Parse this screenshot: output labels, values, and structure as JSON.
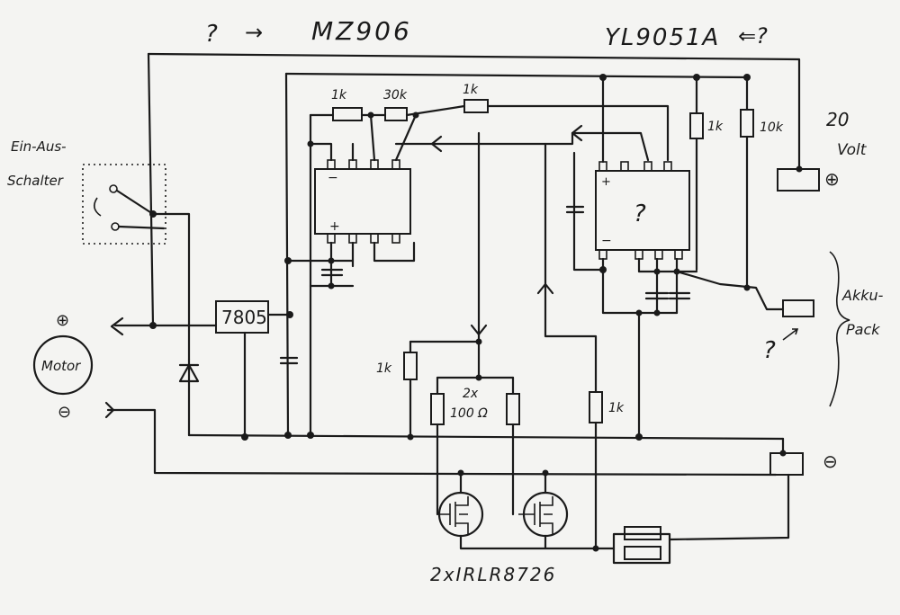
{
  "header": {
    "q_left": "?",
    "arrow": "→",
    "chip_left": "MZ906",
    "chip_right": "YL9051A",
    "q_right": "⇐?"
  },
  "labels": {
    "switch": [
      "Ein-Aus-",
      "Schalter"
    ],
    "plus_sym": "⊕",
    "minus_sym": "⊖",
    "motor": "Motor",
    "reg": "7805",
    "r1k_a": "1k",
    "r30k": "30k",
    "r1k_b": "1k",
    "r1k_c": "1k",
    "r10k": "10k",
    "volt_num": "20",
    "volt_unit": "Volt",
    "batt_plus": "⊕",
    "akku": [
      "Akku-",
      "Pack"
    ],
    "akku_q": "?",
    "r1k_d": "1k",
    "r_pair": [
      "2x",
      "100 Ω"
    ],
    "r1k_e": "1k",
    "neg_right": "⊖",
    "ic_q": "?",
    "mosfet": "2xIRLR8726",
    "plus_pin": "+",
    "minus_pin": "−"
  }
}
